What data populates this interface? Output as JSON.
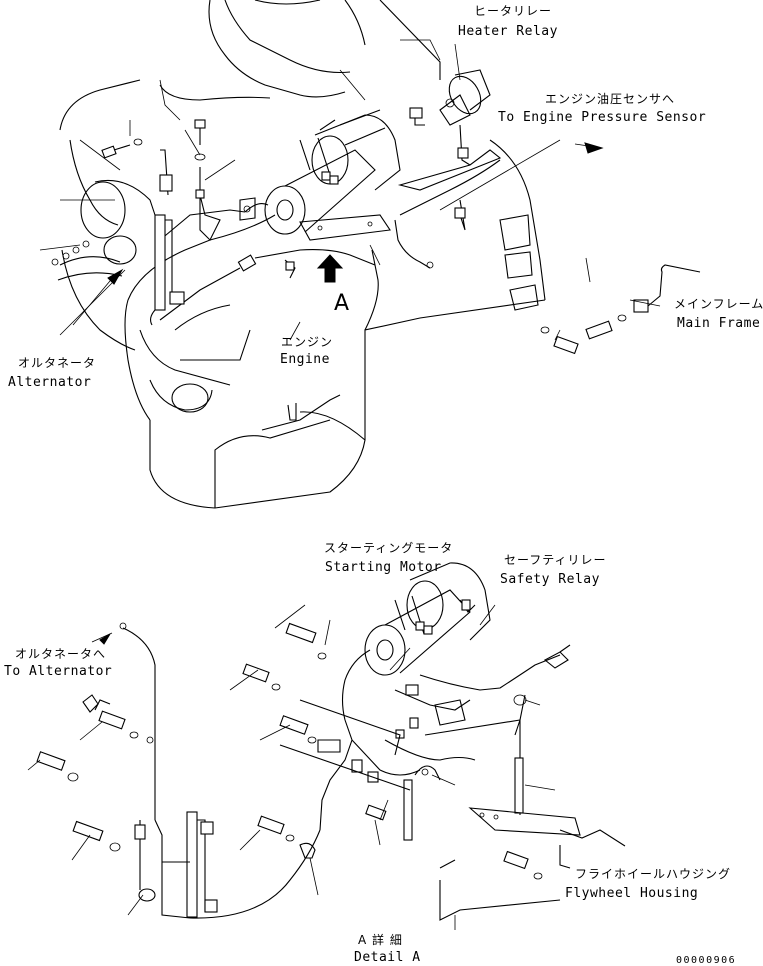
{
  "labels": {
    "heater_relay_jp": "ヒータリレー",
    "heater_relay_en": "Heater Relay",
    "pressure_sensor_jp": "エンジン油圧センサへ",
    "pressure_sensor_en": "To Engine Pressure Sensor",
    "main_frame_jp": "メインフレーム",
    "main_frame_en": "Main Frame",
    "alternator_jp": "オルタネータ",
    "alternator_en": "Alternator",
    "engine_jp": "エンジン",
    "engine_en": "Engine",
    "view_a": "A",
    "starting_motor_jp": "スターティングモータ",
    "starting_motor_en": "Starting Motor",
    "safety_relay_jp": "セーフティリレー",
    "safety_relay_en": "Safety Relay",
    "to_alternator_jp": "オルタネータへ",
    "to_alternator_en": "To Alternator",
    "flywheel_jp": "フライホイールハウジング",
    "flywheel_en": "Flywheel Housing",
    "detail_jp": "A 詳 細",
    "detail_en": "Detail A",
    "drawing_number": "00000906"
  }
}
